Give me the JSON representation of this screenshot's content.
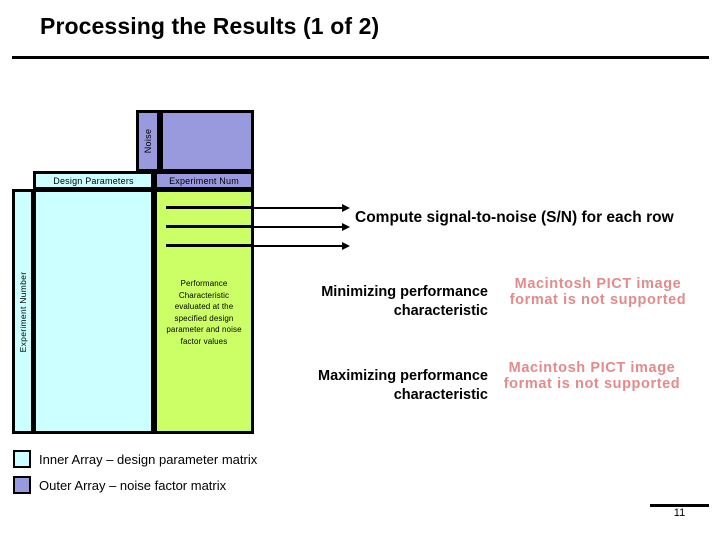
{
  "slide": {
    "title": "Processing the Results (1 of 2)",
    "page_number": "11"
  },
  "diagram": {
    "noise_label": "Noise",
    "design_parameters_header": "Design Parameters",
    "experiment_num_header": "Experiment Num",
    "experiment_number_label": "Experiment Number",
    "performance_characteristic_body": "Performance Characteristic evaluated at the specified design parameter and noise factor values",
    "compute_sn_label": "Compute signal-to-noise (S/N) for each row",
    "minimizing_statement": "Minimizing performance characteristic",
    "maximizing_statement": "Maximizing performance characteristic",
    "pict_placeholder_minimizing": "Macintosh PICT image format is not supported",
    "pict_placeholder_maximizing": "Macintosh PICT image format is not supported"
  },
  "legend": {
    "items": [
      {
        "label": "Inner Array – design parameter matrix",
        "color": "#ccffff"
      },
      {
        "label": "Outer Array – noise factor matrix",
        "color": "#9999dd"
      }
    ]
  },
  "colors": {
    "inner_array": "#ccffff",
    "outer_array": "#9999dd",
    "performance_characteristic": "#ccff66",
    "pict_text": "#e58a8a",
    "outline": "#000000"
  }
}
